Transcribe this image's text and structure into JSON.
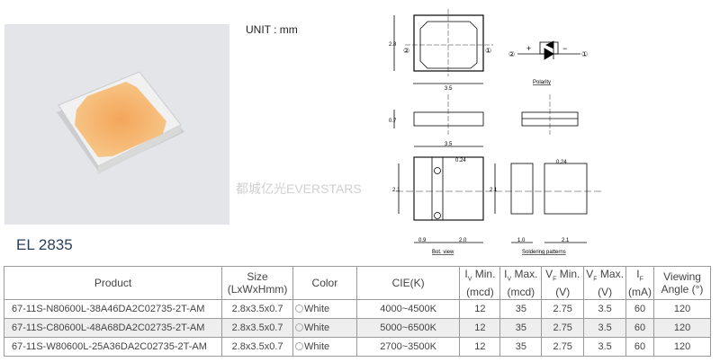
{
  "product_title": "EL 2835",
  "unit_label": "UNIT : mm",
  "watermark": "都城亿光EVERSTARS",
  "drawing": {
    "dim_width": "3.5",
    "dim_height": "2.8",
    "dim_thickness": "0.7",
    "dim_pad_gap": "0.24",
    "dim_pad_height": "2.1",
    "dim_a": "0.9",
    "dim_b": "2.0",
    "dim_c": "1.0",
    "dim_d": "2.1",
    "pin2": "②",
    "pin1": "①",
    "plus": "+",
    "minus": "−",
    "polarity_label": "Polarity",
    "bottom_view_label": "Bot. view",
    "soldering_label": "Soldering patterns"
  },
  "table": {
    "headers": {
      "product": "Product",
      "size": "Size",
      "size_unit": "(LxWxHmm)",
      "color": "Color",
      "cie": "CIE(K)",
      "iv_min": "I",
      "iv_min_sub": "V",
      "iv_min_rest": " Min.",
      "iv_min_unit": "(mcd)",
      "iv_max": "I",
      "iv_max_sub": "V",
      "iv_max_rest": " Max.",
      "iv_max_unit": "(mcd)",
      "vf_min": "V",
      "vf_min_sub": "F",
      "vf_min_rest": " Min.",
      "vf_min_unit": "(V)",
      "vf_max": "V",
      "vf_max_sub": "F",
      "vf_max_rest": " Max.",
      "vf_max_unit": "(V)",
      "if": "I",
      "if_sub": "F",
      "if_unit": "(mA)",
      "angle": "Viewing",
      "angle_unit": "Angle (°)"
    },
    "rows": [
      {
        "product": "67-11S-N80600L-38A46DA2C02735-2T-AM",
        "size": "2.8x3.5x0.7",
        "color": "White",
        "cie": "4000~4500K",
        "iv_min": "12",
        "iv_max": "35",
        "vf_min": "2.75",
        "vf_max": "3.5",
        "if": "60",
        "angle": "120"
      },
      {
        "product": "67-11S-C80600L-48A68DA2C02735-2T-AM",
        "size": "2.8x3.5x0.7",
        "color": "White",
        "cie": "5000~6500K",
        "iv_min": "12",
        "iv_max": "35",
        "vf_min": "2.75",
        "vf_max": "3.5",
        "if": "60",
        "angle": "120"
      },
      {
        "product": "67-11S-W80600L-25A36DA2C02735-2T-AM",
        "size": "2.8x3.5x0.7",
        "color": "White",
        "cie": "2700~3500K",
        "iv_min": "12",
        "iv_max": "35",
        "vf_min": "2.75",
        "vf_max": "3.5",
        "if": "60",
        "angle": "120"
      }
    ]
  }
}
